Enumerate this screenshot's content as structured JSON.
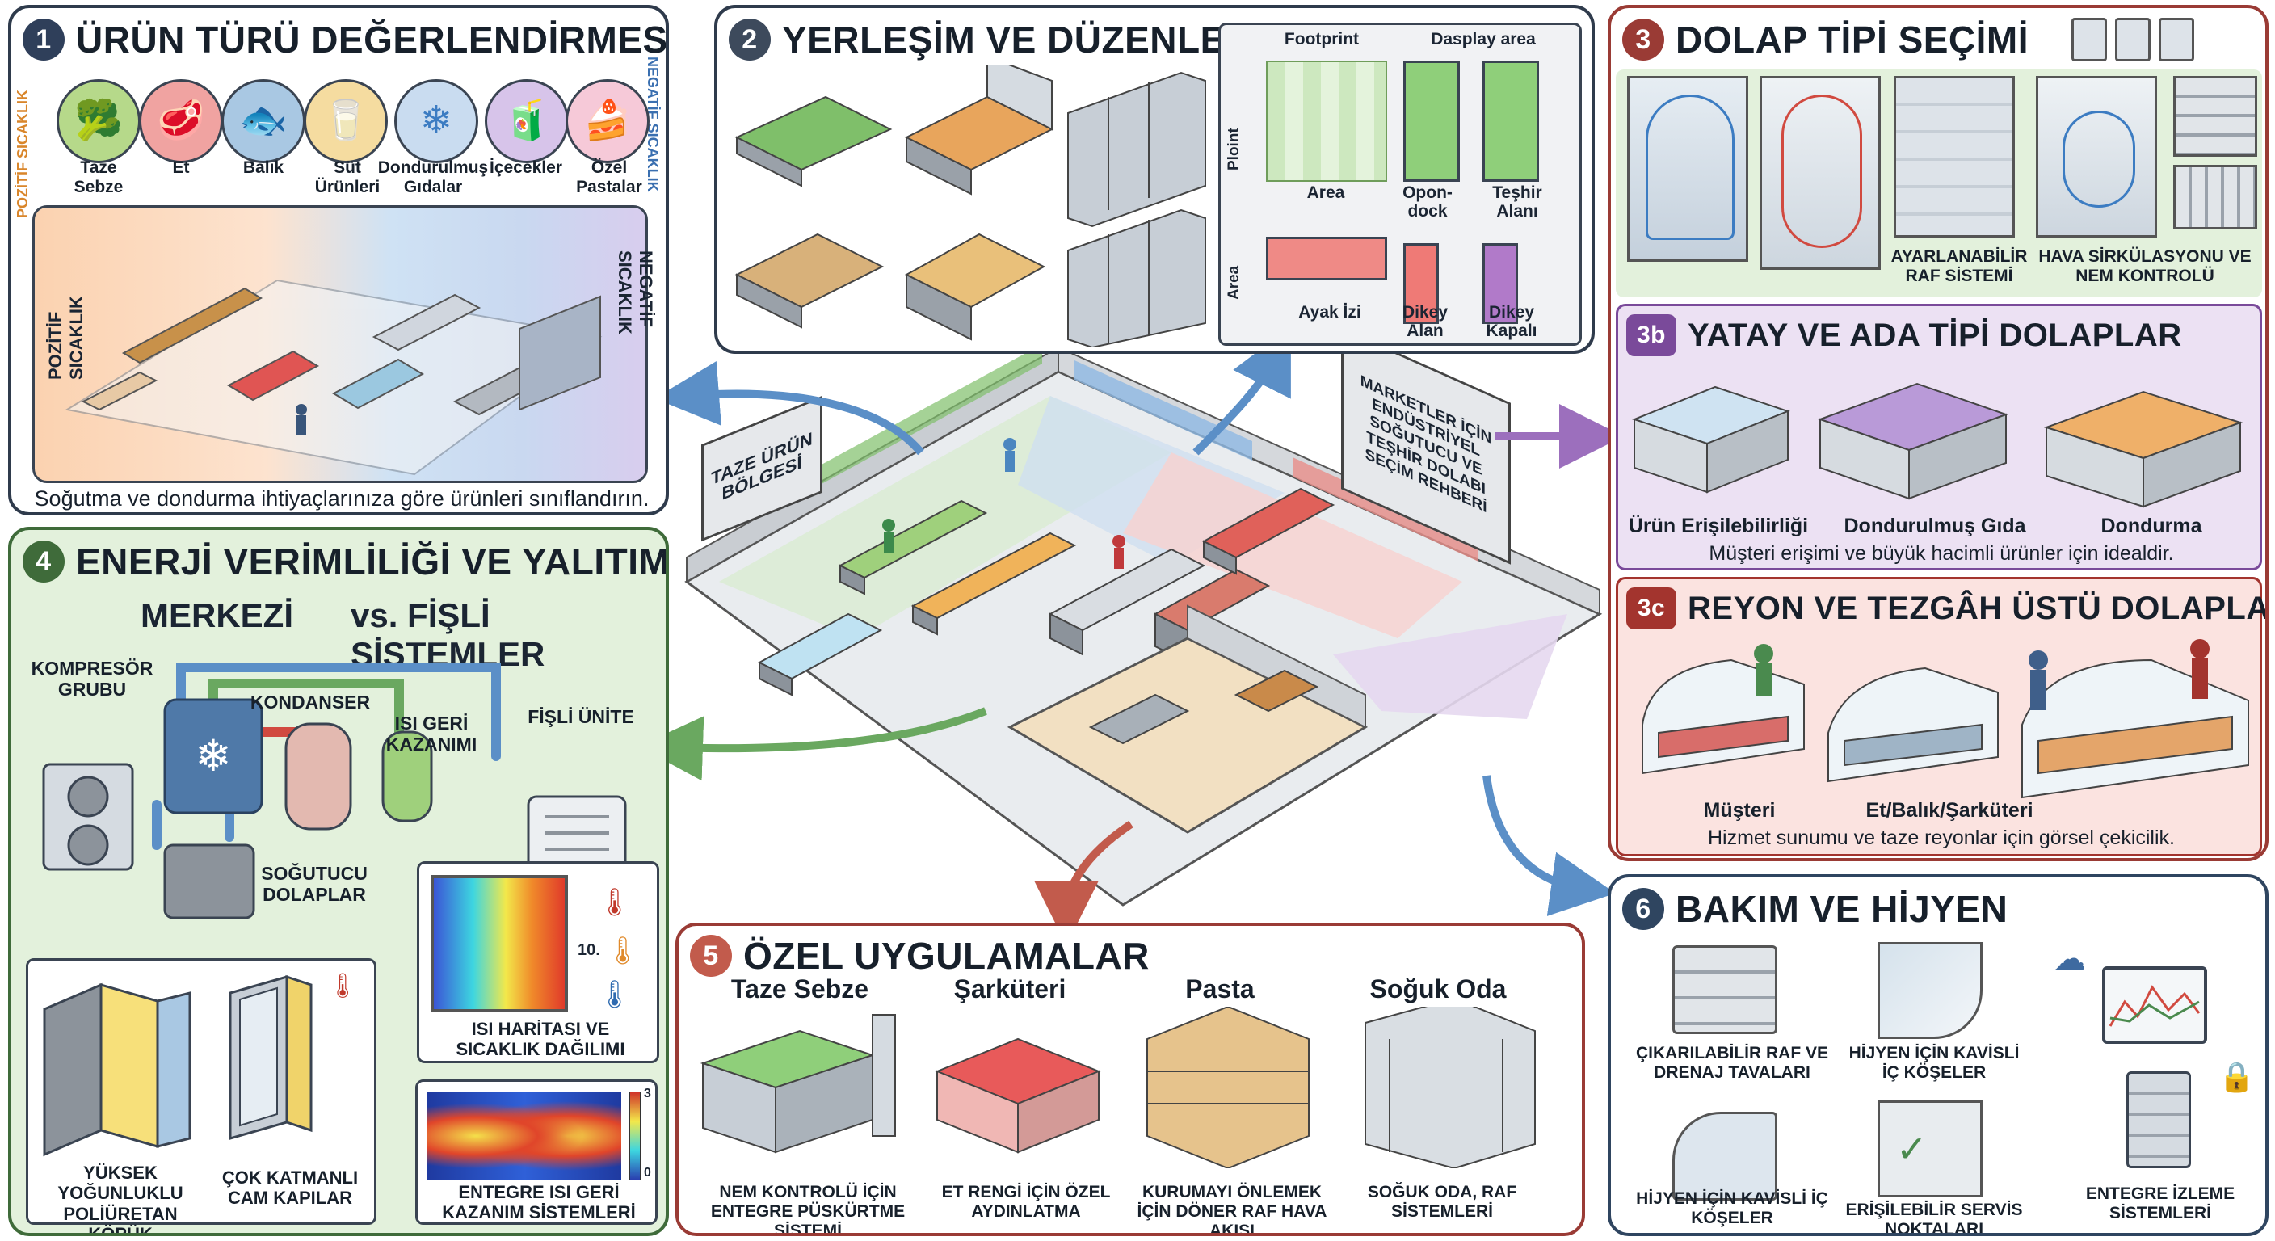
{
  "center": {
    "sign_left": "TAZE ÜRÜN BÖLGESİ",
    "sign_right": "MARKETLER İÇİN ENDÜSTRİYEL SOĞUTUCU VE TEŞHİR DOLABI SEÇİM REHBERİ"
  },
  "p1": {
    "num": "1",
    "title": "ÜRÜN TÜRÜ DEĞERLENDİRMESİ",
    "side_left": "POZİTİF SICAKLIK",
    "side_right": "NEGATİF SICAKLIK",
    "products": [
      "Taze Sebze",
      "Et",
      "Balık",
      "Süt Ürünleri",
      "Dondurulmuş Gıdalar",
      "İçecekler",
      "Özel Pastalar"
    ],
    "zone_pos": "POZİTİF SICAKLIK",
    "zone_neg": "NEGATİF SICAKLIK",
    "caption": "Soğutma ve dondurma ihtiyaçlarınıza göre ürünleri sınıflandırın."
  },
  "p2": {
    "num": "2",
    "title": "YERLEŞİM VE DÜZENLEME",
    "col_footprint": "Footprint",
    "col_display": "Dasplay area",
    "row_top": "Ploint",
    "row_bottom": "Area",
    "area_label": "Area",
    "opon_label": "Opon- dock",
    "teshir_label": "Teşhir Alanı",
    "ayak_label": "Ayak İzi",
    "dikey_alan": "Dikey Alan",
    "dikey_kapali": "Dikey Kapalı"
  },
  "p3": {
    "num": "3",
    "title": "DOLAP TİPİ SEÇİMİ",
    "raf": "AYARLANABİLİR RAF SİSTEMİ",
    "hava": "HAVA SİRKÜLASYONU VE NEM KONTROLÜ"
  },
  "p3b": {
    "num": "3b",
    "title": "YATAY VE ADA TİPİ DOLAPLAR",
    "items": [
      "Ürün Erişilebilirliği",
      "Dondurulmuş Gıda",
      "Dondurma"
    ],
    "caption": "Müşteri erişimi ve büyük hacimli ürünler için idealdir."
  },
  "p3c": {
    "num": "3c",
    "title": "REYON VE TEZGÂH ÜSTÜ DOLAPLAR",
    "items": [
      "Müşteri",
      "Et/Balık/Şarküteri"
    ],
    "caption": "Hizmet sunumu ve taze reyonlar için görsel çekicilik."
  },
  "p4": {
    "num": "4",
    "title": "ENERJİ VERİMLİLİĞİ VE YALITIM",
    "merkezi": "MERKEZİ",
    "vs": "vs. FİŞLİ SİSTEMLER",
    "kompresor": "KOMPRESÖR GRUBU",
    "kondanser": "KONDANSER",
    "isi_geri": "ISI GERİ KAZANIMI",
    "fisli": "FİŞLİ ÜNİTE",
    "sogutucu": "SOĞUTUCU DOLAPLAR",
    "heatmap": "ISI HARİTASI VE SICAKLIK DAĞILIMI",
    "integrated": "ENTEGRE ISI GERİ KAZANIM SİSTEMLERİ",
    "foam": "YÜKSEK YOĞUNLUKLU POLİÜRETAN KÖPÜK",
    "glass": "ÇOK KATMANLI CAM KAPILAR",
    "scale_top": "3",
    "scale_bottom": "0",
    "therm_mid": "10."
  },
  "p5": {
    "num": "5",
    "title": "ÖZEL UYGULAMALAR",
    "cols": [
      "Taze Sebze",
      "Şarküteri",
      "Pasta",
      "Soğuk Oda"
    ],
    "captions": [
      "NEM KONTROLÜ İÇİN ENTEGRE PÜSKÜRTME SİSTEMİ",
      "ET RENGİ İÇİN ÖZEL AYDINLATMA",
      "KURUMAYI ÖNLEMEK İÇİN DÖNER RAF HAVA AKIŞI",
      "SOĞUK ODA, RAF SİSTEMLERİ"
    ]
  },
  "p6": {
    "num": "6",
    "title": "BAKIM VE HİJYEN",
    "items": [
      "ÇIKARILABİLİR RAF VE DRENAJ TAVALARI",
      "HİJYEN İÇİN KAVİSLİ İÇ KÖŞELER",
      "HİJYEN İÇİN KAVİSLİ İÇ KÖŞELER",
      "ERİŞİLEBİLİR SERVİS NOKTALARI",
      "ENTEGRE İZLEME SİSTEMLERİ"
    ]
  },
  "colors": {
    "p1": "#2f3f5a",
    "p2": "#3d4a5c",
    "p3": "#9a3b35",
    "p3b": "#7a4a9a",
    "p3c": "#a3342e",
    "p4": "#3f6b3a",
    "p5": "#9a3b35",
    "p6": "#2f4560",
    "green_bg": "#e3f1dc",
    "purple_bg": "#ece1f3",
    "red_bg": "#fbe3e0",
    "warm_bg": "#fde6d2",
    "cool_bg": "#d8e7f5"
  }
}
